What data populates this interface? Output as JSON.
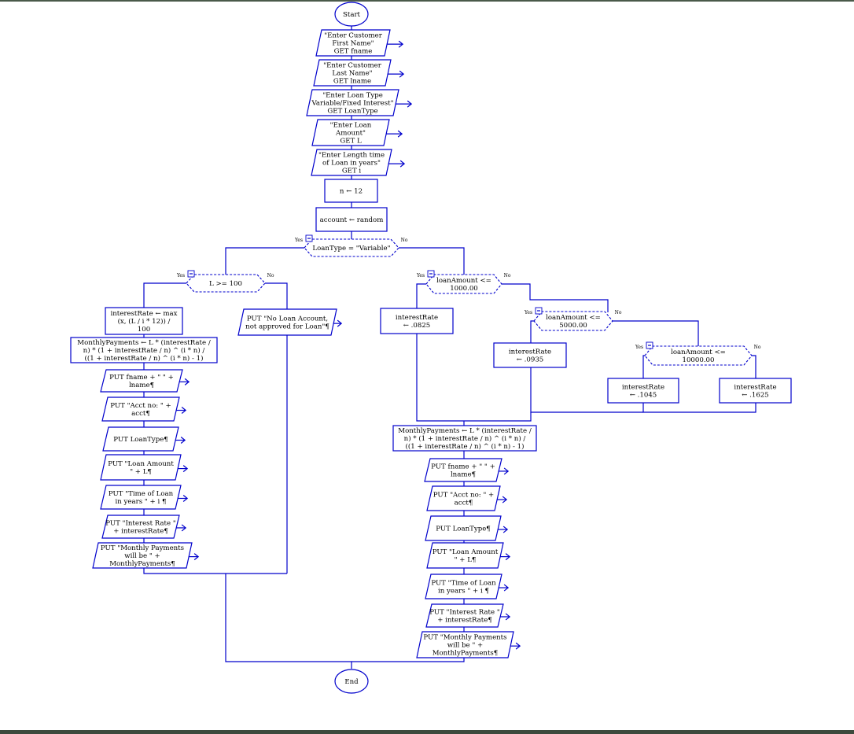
{
  "colors": {
    "stroke": "#0000cc",
    "frame": "#3d4a3d",
    "background": "#ffffff"
  },
  "flowchart": {
    "start": "Start",
    "end": "End",
    "yes": "Yes",
    "no": "No",
    "inputs": {
      "first_name": [
        "\"Enter Customer",
        "First Name\"",
        "GET fname"
      ],
      "last_name": [
        "\"Enter Customer",
        "Last Name\"",
        "GET lname"
      ],
      "loan_type": [
        "\"Enter Loan Type",
        "Variable/Fixed Interest\"",
        "GET LoanType"
      ],
      "loan_amount": [
        "\"Enter Loan",
        "Amount\"",
        "GET L"
      ],
      "loan_time": [
        "\"Enter Length time",
        "of Loan in years\"",
        "GET i"
      ]
    },
    "assign_n": "n ← 12",
    "assign_account": "account ← random",
    "decision_loantype": "LoanType = \"Variable\"",
    "left": {
      "decision": "L >= 100",
      "interest_calc": [
        "interestRate ← max",
        "(x, (L / i * 12)) /",
        "100"
      ],
      "monthly_calc": [
        "MonthlyPayments ← L * (interestRate /",
        "n) * (1 + interestRate / n) ^ (i * n) /",
        "((1 + interestRate / n) ^ (i * n) - 1)"
      ],
      "outputs": [
        [
          "PUT fname + \" \" +",
          "lname¶"
        ],
        [
          "PUT \"Acct no: \" +",
          "acct¶"
        ],
        [
          "PUT LoanType¶"
        ],
        [
          "PUT \"Loan Amount",
          "\" + L¶"
        ],
        [
          "PUT \"Time of Loan",
          "in years \" + i ¶"
        ],
        [
          "PUT \"Interest Rate \"",
          "+ interestRate¶"
        ],
        [
          "PUT \"Monthly Payments",
          "will be \" +",
          "MonthlyPayments¶"
        ]
      ],
      "reject": [
        "PUT \"No Loan Account,",
        "not approved for Loan\"¶"
      ]
    },
    "right": {
      "decision_1000": [
        "loanAmount <=",
        "1000.00"
      ],
      "rate_1000": [
        "interestRate",
        "← .0825"
      ],
      "decision_5000": [
        "loanAmount <=",
        "5000.00"
      ],
      "rate_5000": [
        "interestRate",
        "← .0935"
      ],
      "decision_10000": [
        "loanAmount <=",
        "10000.00"
      ],
      "rate_10000": [
        "interestRate",
        "← .1045"
      ],
      "rate_else": [
        "interestRate",
        "← .1625"
      ],
      "monthly_calc": [
        "MonthlyPayments ← L * (interestRate /",
        "n) * (1 + interestRate / n) ^ (i * n) /",
        "((1 + interestRate / n) ^ (i * n) - 1)"
      ],
      "outputs": [
        [
          "PUT fname + \" \" +",
          "lname¶"
        ],
        [
          "PUT \"Acct no: \" +",
          "acct¶"
        ],
        [
          "PUT LoanType¶"
        ],
        [
          "PUT \"Loan Amount",
          "\" + L¶"
        ],
        [
          "PUT \"Time of Loan",
          "in years \" + i ¶"
        ],
        [
          "PUT \"Interest Rate \"",
          "+ interestRate¶"
        ],
        [
          "PUT \"Monthly Payments",
          "will be \" +",
          "MonthlyPayments¶"
        ]
      ]
    }
  }
}
